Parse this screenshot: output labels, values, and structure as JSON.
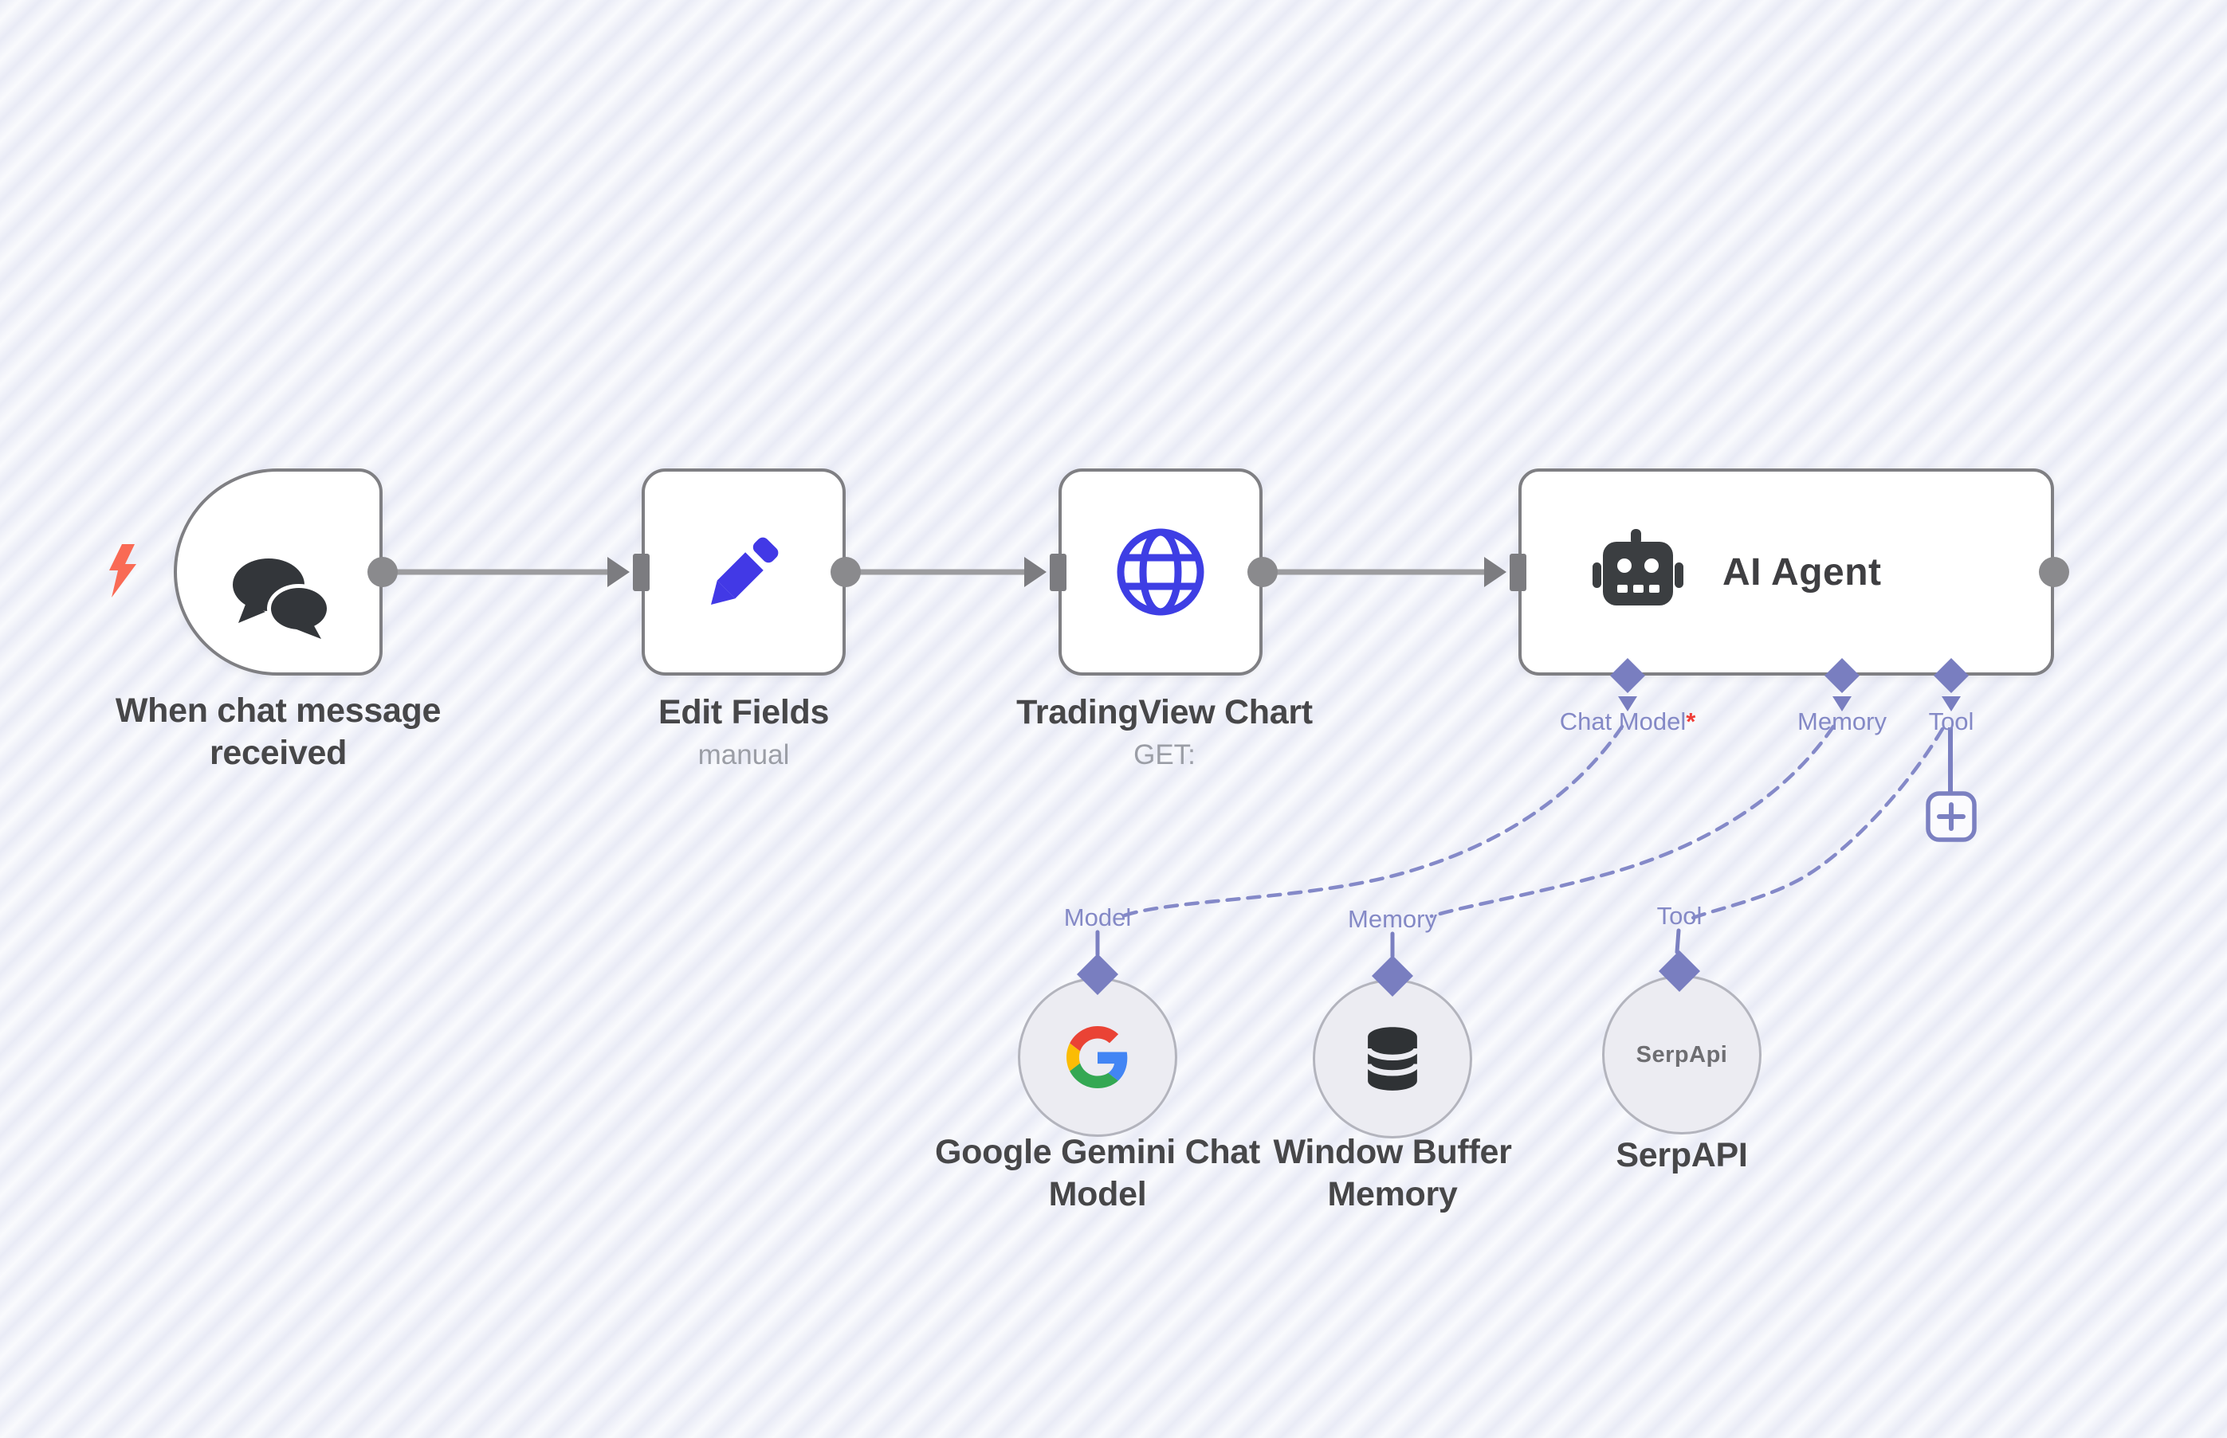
{
  "canvas": {
    "type": "workflow-editor"
  },
  "nodes": {
    "chat_trigger": {
      "title": "When chat message received",
      "icon": "chat-bubbles-icon",
      "trigger_icon": "lightning-bolt-icon"
    },
    "edit_fields": {
      "title": "Edit Fields",
      "subtitle": "manual",
      "icon": "pencil-icon"
    },
    "tradingview": {
      "title": "TradingView Chart",
      "subtitle": "GET:",
      "icon": "globe-icon"
    },
    "ai_agent": {
      "title": "AI Agent",
      "icon": "robot-icon",
      "ports": {
        "chat_model": {
          "label": "Chat Model",
          "required_marker": "*"
        },
        "memory": {
          "label": "Memory"
        },
        "tool": {
          "label": "Tool"
        }
      }
    },
    "gemini": {
      "title": "Google Gemini Chat Model",
      "port_label": "Model",
      "icon": "google-g-icon"
    },
    "window_buffer": {
      "title": "Window Buffer Memory",
      "port_label": "Memory",
      "icon": "database-icon"
    },
    "serpapi": {
      "title": "SerpAPI",
      "port_label": "Tool",
      "badge_text": "SerpApi"
    }
  },
  "controls": {
    "add_tool_button": "+"
  },
  "colors": {
    "connector_gray": "#9c9c9f",
    "endpoint_gray": "#8a8a8d",
    "node_border": "#7f7f83",
    "lavender_port": "#797ec0",
    "lavender_text": "#8489c6",
    "required_red": "#ef3d38",
    "pencil_blue": "#4239e6",
    "globe_blue": "#3e3ee4",
    "lightning_coral": "#f96a55",
    "icon_dark": "#33363a",
    "google_red": "#EA4335",
    "google_blue": "#4285F4",
    "google_yellow": "#FBBC05",
    "google_green": "#34A853"
  }
}
